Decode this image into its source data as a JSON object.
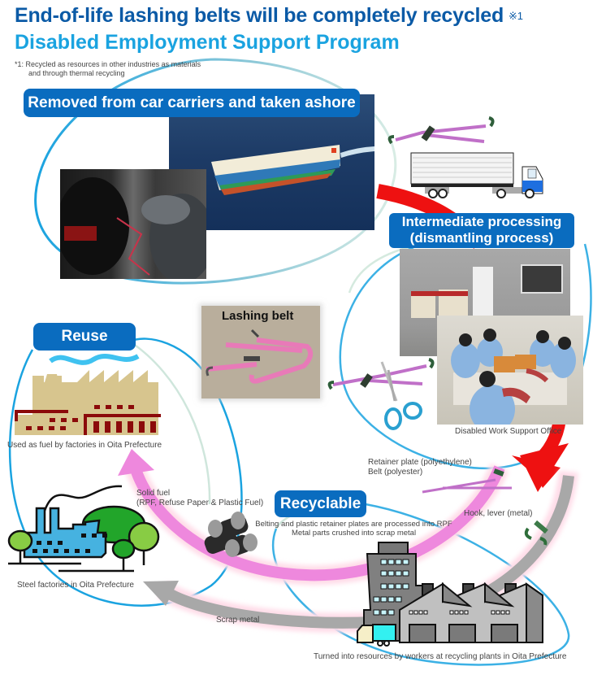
{
  "header": {
    "title": "End-of-life lashing belts will be completely recycled",
    "title_note_mark": "※1",
    "subtitle": "Disabled Employment Support Program",
    "footnote_line1": "*1: Recycled as resources in other industries as materials",
    "footnote_line2": "and through thermal recycling"
  },
  "stages": {
    "removed": {
      "label": "Removed from car carriers and taken ashore"
    },
    "intermediate": {
      "label_line1": "Intermediate processing",
      "label_line2": "(dismantling process)",
      "caption": "Disabled Work Support Office"
    },
    "reuse": {
      "label": "Reuse",
      "caption": "Used as fuel by factories in Oita Prefecture"
    },
    "recyclable": {
      "label": "Recyclable",
      "desc_line1": "Belting and plastic retainer plates are processed into RPF",
      "desc_line2": "Metal parts crushed into scrap metal",
      "caption": "Turned into resources by workers at recycling plants in Oita Prefecture"
    }
  },
  "lashing_belt": {
    "label": "Lashing belt"
  },
  "materials": {
    "plastic_line1": "Retainer plate (polyethylene)",
    "plastic_line2": "Belt (polyester)",
    "metal": "Hook, lever (metal)"
  },
  "flows": {
    "solid_fuel_line1": "Solid fuel",
    "solid_fuel_line2": "(RPF, Refuse Paper & Plastic Fuel)",
    "scrap_metal": "Scrap metal",
    "steel_caption": "Steel factories in Oita Prefecture"
  },
  "colors": {
    "badge_blue": "#0a6cbf",
    "title_dark_blue": "#0b5aa6",
    "title_light_blue": "#1aa3e0",
    "red_arrow": "#ee1111",
    "pink_arrow": "#ee88dd",
    "gray_arrow": "#a8a8a8",
    "belt_pink": "#e87ab8"
  }
}
